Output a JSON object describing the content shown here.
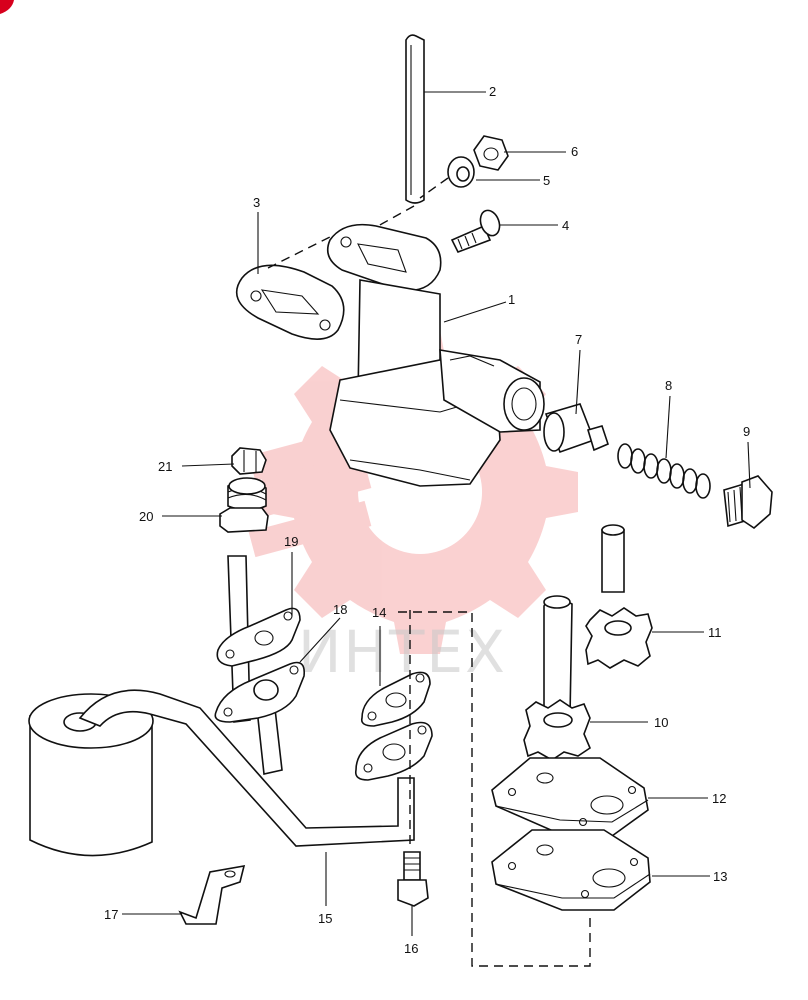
{
  "watermark": {
    "text": "ИНТЕХ",
    "color": "#f07a7a"
  },
  "callouts": [
    "1",
    "2",
    "3",
    "4",
    "5",
    "6",
    "7",
    "8",
    "9",
    "10",
    "11",
    "12",
    "13",
    "14",
    "15",
    "16",
    "17",
    "18",
    "19",
    "20",
    "21"
  ],
  "colors": {
    "line": "#111111",
    "background": "#ffffff",
    "corner_mark": "#d7001d"
  }
}
